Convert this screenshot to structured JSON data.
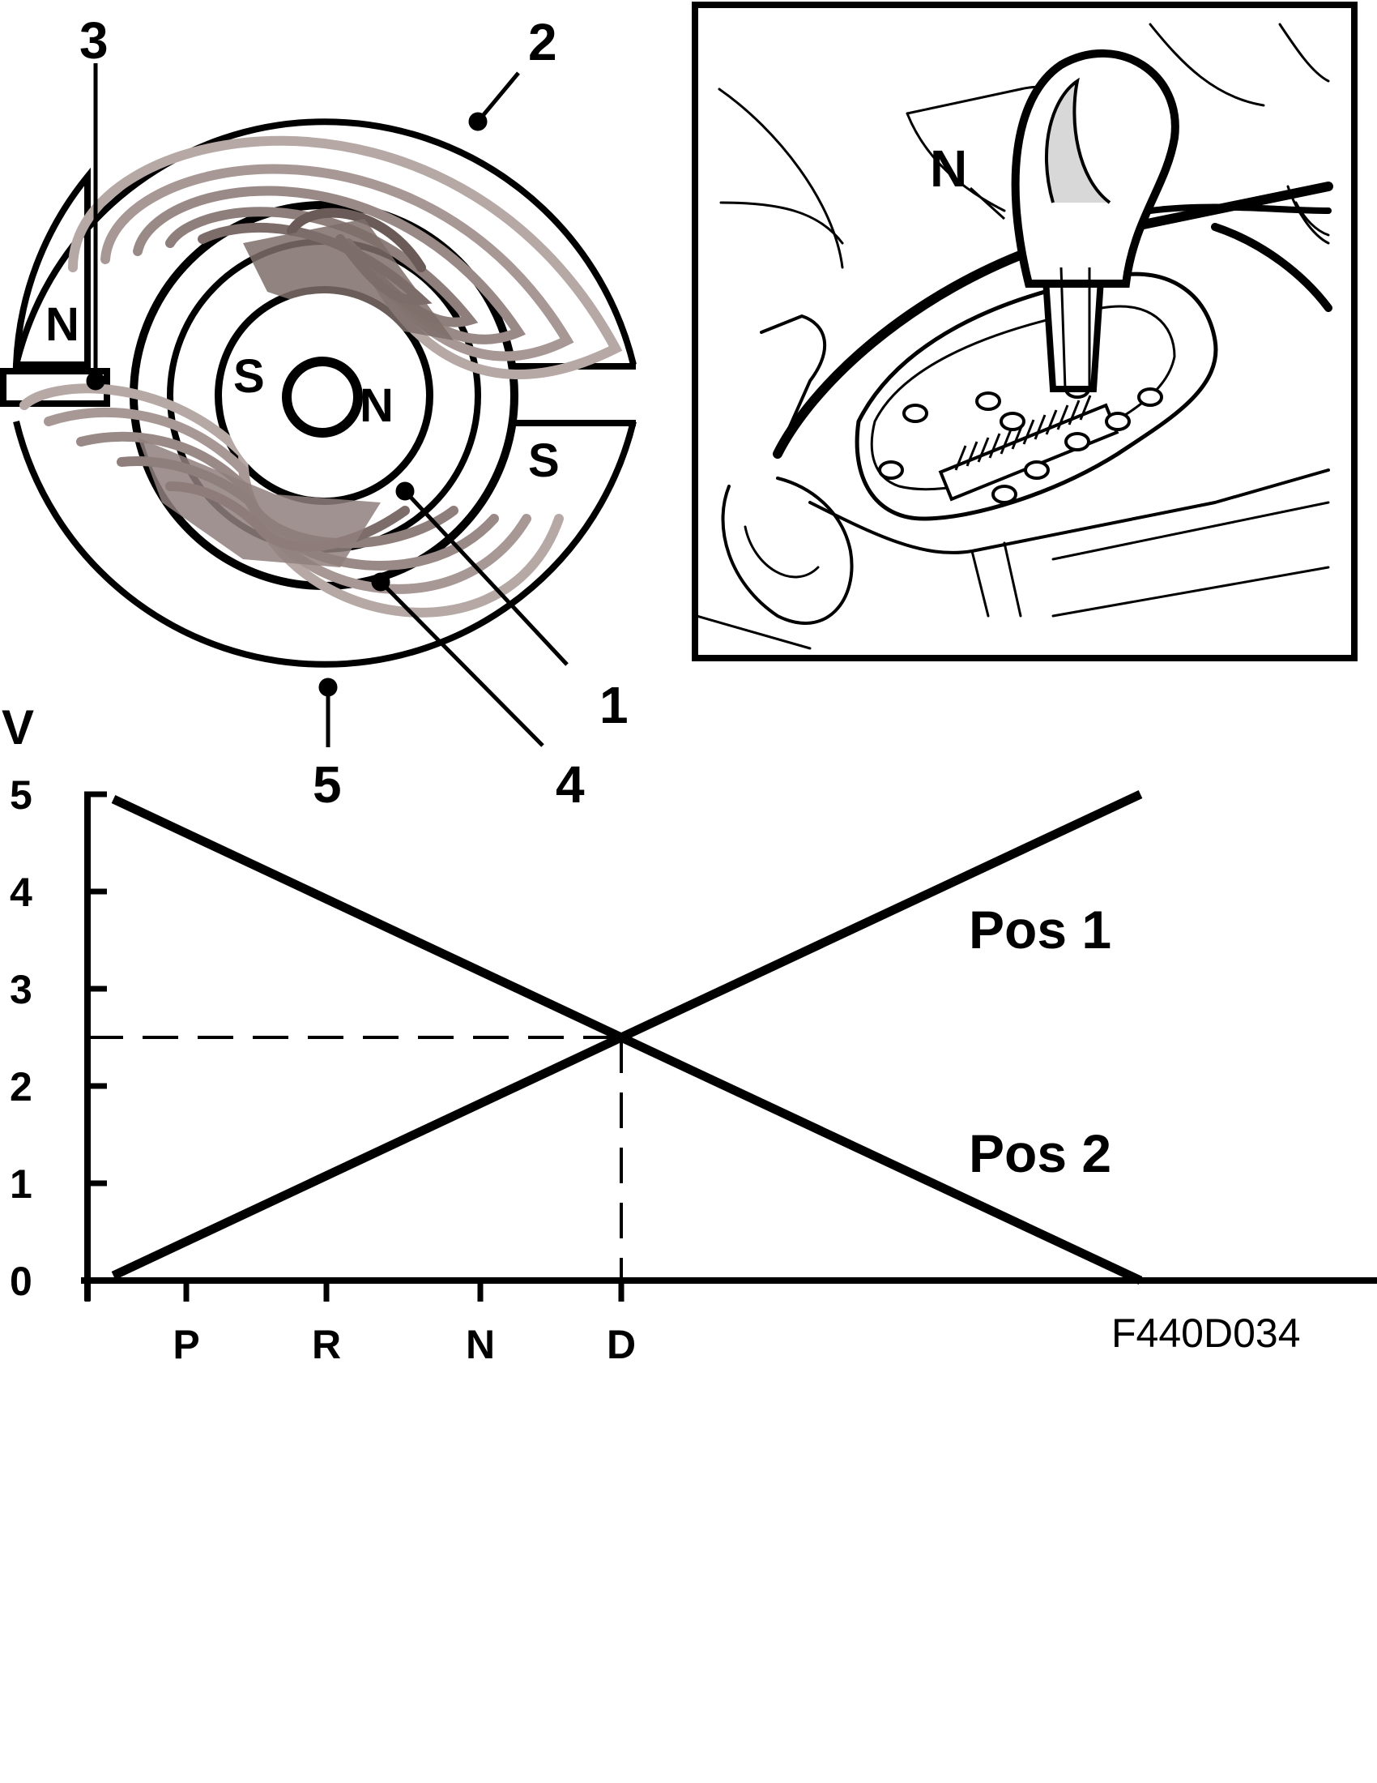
{
  "sensor_diagram": {
    "callouts": [
      "1",
      "2",
      "3",
      "4",
      "5"
    ],
    "magnet_inner_left": "S",
    "magnet_inner_right": "N",
    "pole_outer_left": "N",
    "pole_outer_right": "S",
    "colors": {
      "field_dark": "#6b5b58",
      "field_light": "#b5a8a5",
      "field_mid": "#8f7f7c"
    }
  },
  "shifter_illustration": {
    "label": "N"
  },
  "chart_data": {
    "type": "line",
    "ylabel": "V",
    "ylim": [
      0,
      5
    ],
    "yticks": [
      "0",
      "1",
      "2",
      "3",
      "4",
      "5"
    ],
    "xticks": [
      "P",
      "R",
      "N",
      "D"
    ],
    "series": [
      {
        "name": "Pos 1",
        "points": [
          [
            "start",
            0.05
          ],
          [
            "D",
            2.5
          ],
          [
            "end",
            5.0
          ]
        ]
      },
      {
        "name": "Pos 2",
        "points": [
          [
            "start",
            4.95
          ],
          [
            "D",
            2.5
          ],
          [
            "end",
            0.0
          ]
        ]
      }
    ],
    "reference_value": 2.5,
    "reference_position": "D",
    "figure_code": "F440D034"
  }
}
